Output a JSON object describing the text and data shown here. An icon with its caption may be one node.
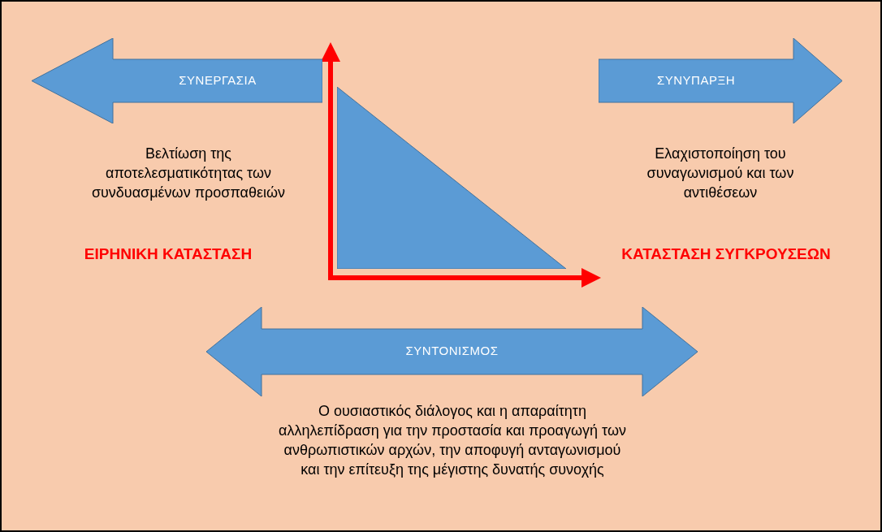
{
  "diagram": {
    "nodes": [
      {
        "text": [
          "ΣΥΝΕΡΓΑΣΙΑ"
        ],
        "beside": [
          "Βελτίωση της αποτελεσματικότητας των συνδυασμένων προσπαθειών"
        ]
      },
      {
        "text": [
          "ΣΥΝΥΠΑΡΞΗ"
        ],
        "beside": [
          "Ελαχιστοποίηση του συναγωνισμού και των αντιθέσεων"
        ]
      },
      {
        "text": [],
        "shape": "triangle"
      },
      {
        "text": [
          "ΣΥΝΤΟΝΙΣΜΟΣ"
        ],
        "beside": [
          "Ο ουσιαστικός διάλογος και η απαραίτητη αλληλεπίδραση για την προστασία και προαγωγή των ανθρωπιστικών αρχών, την αποφυγή ανταγωνισμού και την επίτευξη της μέγιστης δυνατής συνοχής"
        ]
      }
    ],
    "labels": [
      "ΕΙΡΗΝΙΚΗ ΚΑΤΑΣΤΑΣΗ",
      "ΚΑΤΑΣΤΑΣΗ ΣΥΓΚΡΟΥΣΕΩΝ"
    ]
  }
}
